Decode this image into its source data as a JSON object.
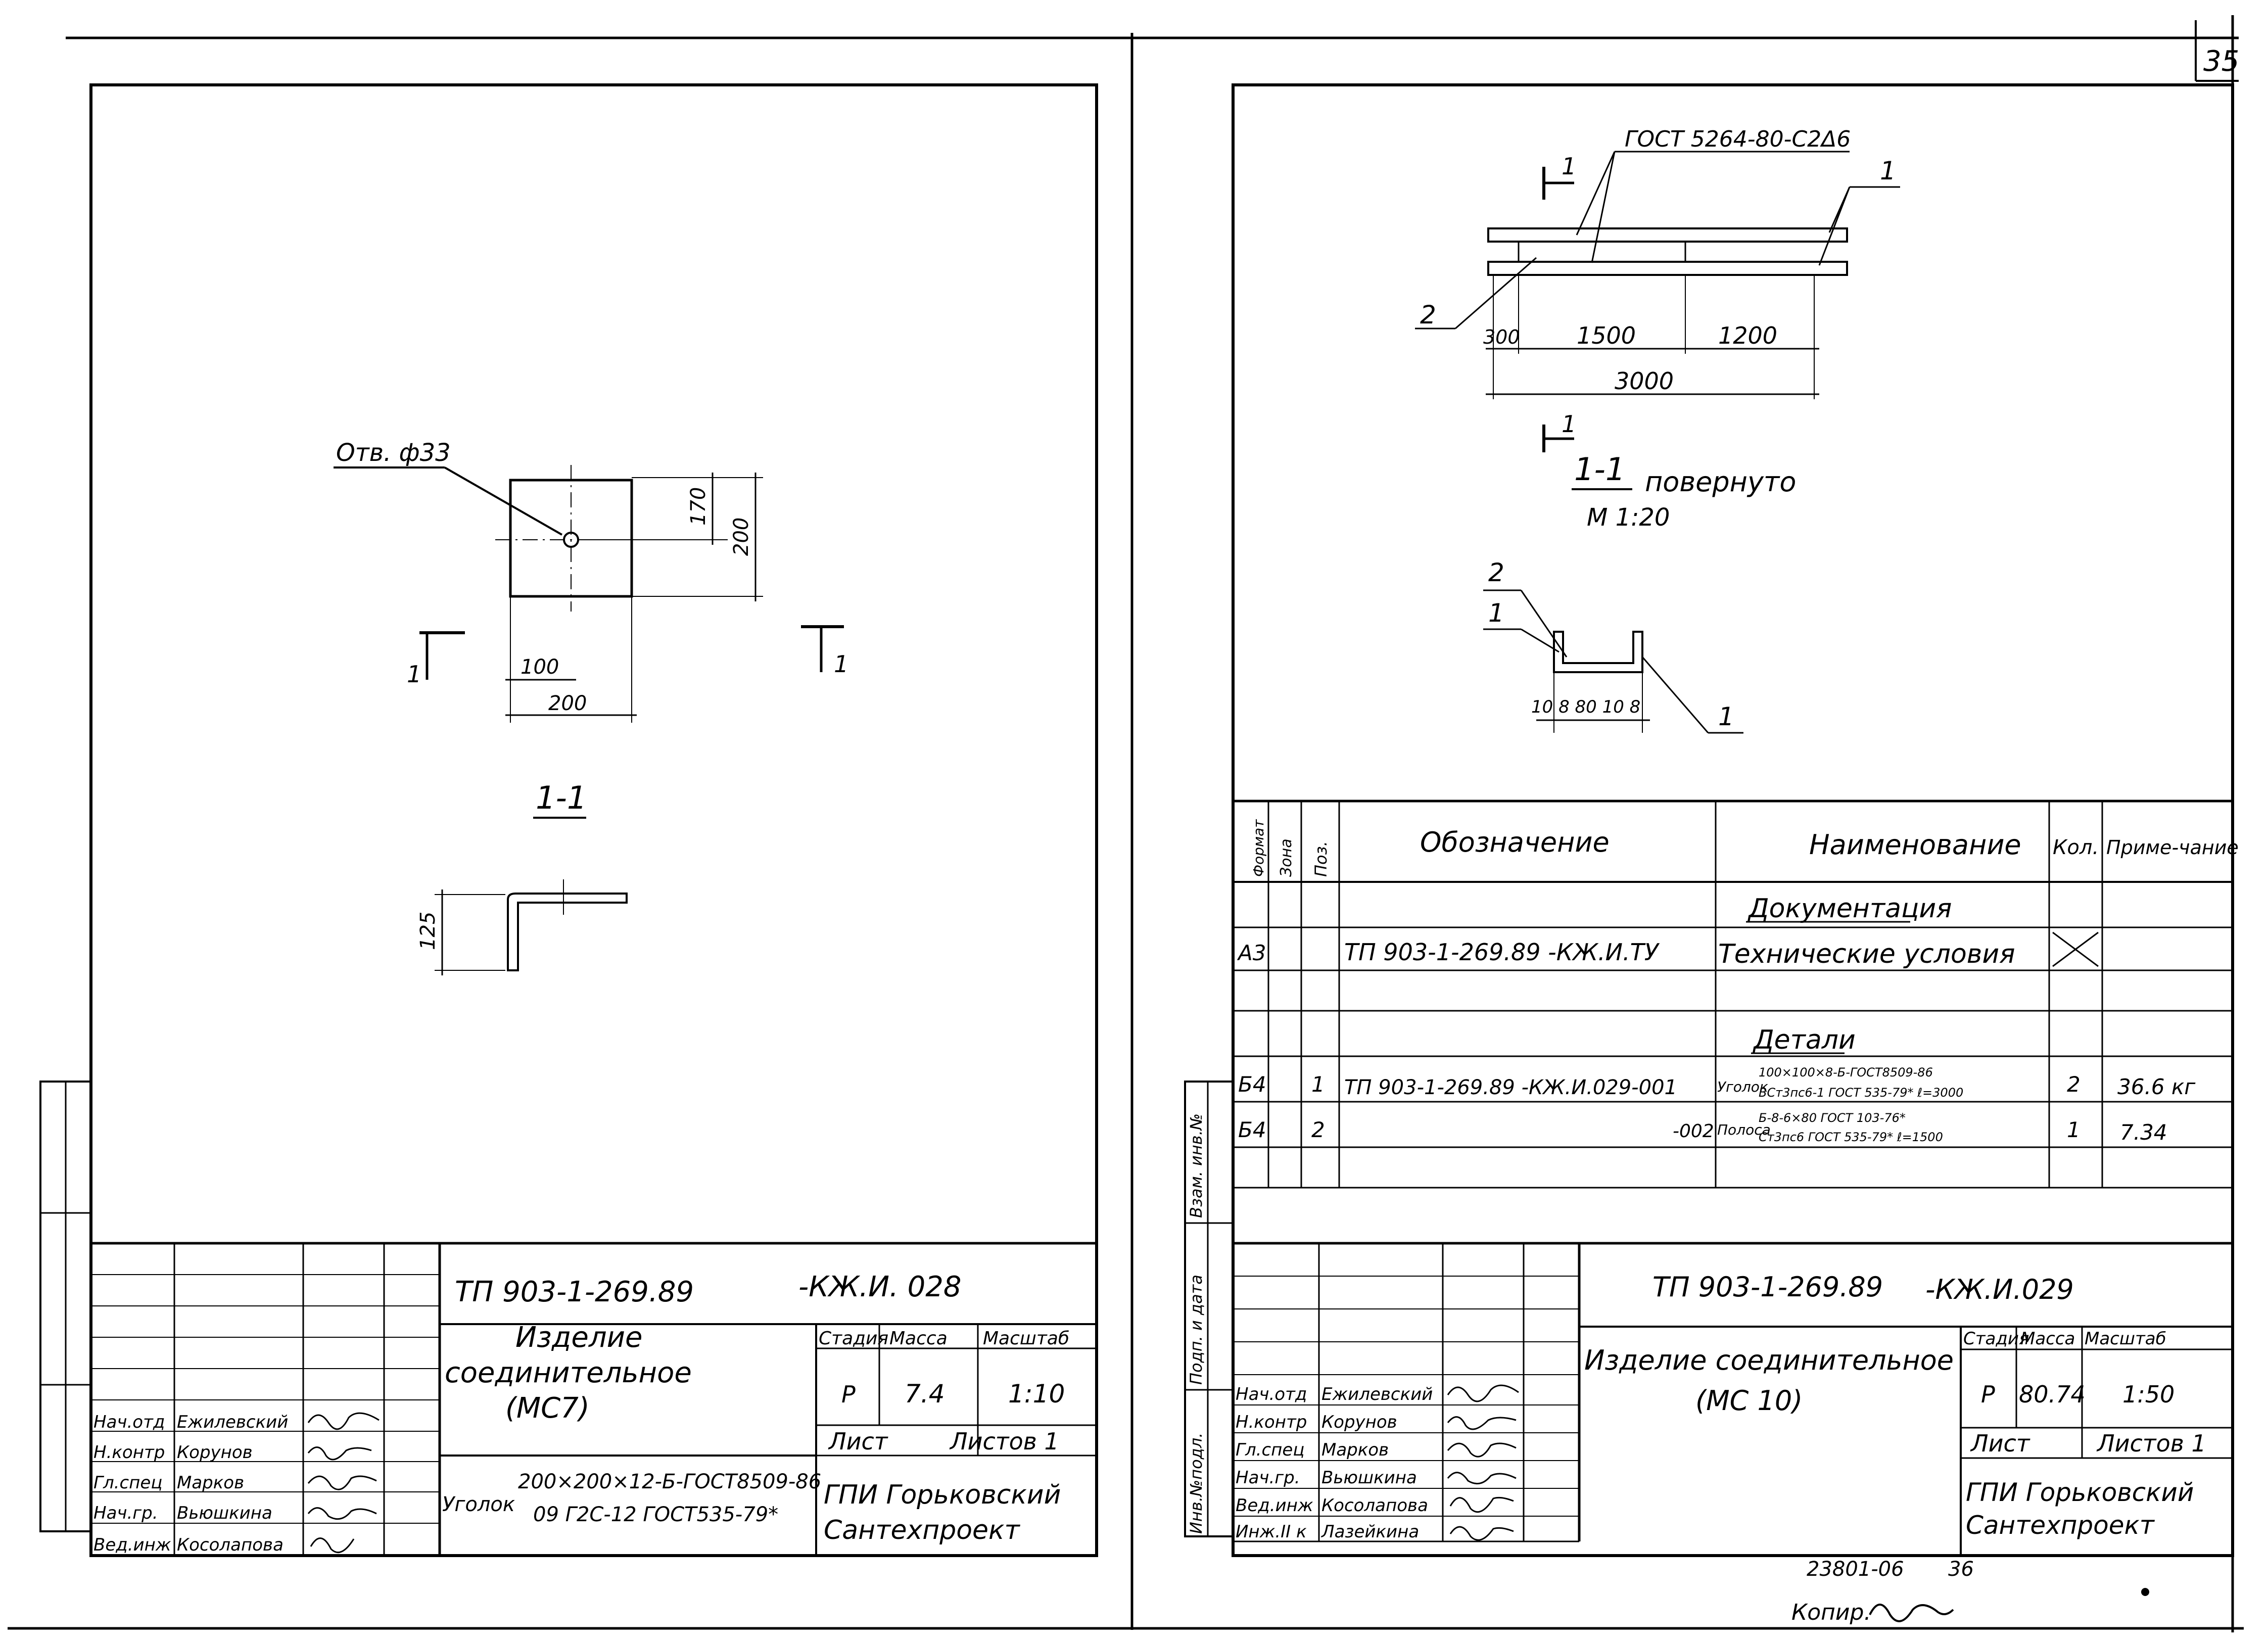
{
  "sheet_number": "35",
  "left_sheet": {
    "hole_label": "Отв. ф33",
    "dim_170": "170",
    "dim_200_v": "200",
    "dim_100": "100",
    "dim_200_h": "200",
    "section_mark_left": "1",
    "section_mark_right": "1",
    "section_title": "1-1",
    "dim_125": "125",
    "title_block": {
      "doc_code": "ТП 903-1-269.89",
      "doc_suffix": "-КЖ.И. 028",
      "name_line1": "Изделие",
      "name_line2": "соединительное",
      "name_line3": "(МС7)",
      "stage_h": "Стадия",
      "mass_h": "Масса",
      "scale_h": "Масштаб",
      "stage": "Р",
      "mass": "7.4",
      "scale": "1:10",
      "sheet_label": "Лист",
      "sheets_label": "Листов 1",
      "material_prefix": "Уголок",
      "material_line1": "200×200×12-Б-ГОСТ8509-86",
      "material_line2": "09 Г2С-12 ГОСТ535-79*",
      "org_line1": "ГПИ Горьковский",
      "org_line2": "Сантехпроект",
      "signers": [
        {
          "role": "Нач.отд",
          "name": "Ежилевский"
        },
        {
          "role": "Н.контр",
          "name": "Корунов"
        },
        {
          "role": "Гл.спец",
          "name": "Марков"
        },
        {
          "role": "Нач.гр.",
          "name": "Вьюшкина"
        },
        {
          "role": "Вед.инж",
          "name": "Косолапова"
        }
      ]
    }
  },
  "right_sheet": {
    "gost_label": "ГОСТ 5264-80-С2Δ6",
    "callout_1": "1",
    "callout_2": "2",
    "dim_300": "300",
    "dim_1500": "1500",
    "dim_1200": "1200",
    "dim_3000": "3000",
    "section_mark_top": "1",
    "section_mark_bottom": "1",
    "section_title": "1-1",
    "rotated_label": "повернуто",
    "scale_label": "М 1:20",
    "detail_callout_2": "2",
    "detail_callout_1a": "1",
    "detail_callout_1b": "1",
    "detail_dims": "10 8 80 10 8",
    "spec": {
      "headers": {
        "format": "Формат",
        "zone": "Зона",
        "pos": "Поз.",
        "designation": "Обозначение",
        "name": "Наименование",
        "qty": "Кол.",
        "note": "Приме-чание"
      },
      "section_docs": "Документация",
      "row_doc": {
        "format": "А3",
        "designation": "ТП 903-1-269.89 -КЖ.И.ТУ",
        "name": "Технические условия"
      },
      "section_details": "Детали",
      "row_1": {
        "format": "Б4",
        "pos": "1",
        "designation": "ТП 903-1-269.89 -КЖ.И.029-001",
        "name": "Уголок",
        "name_line1": "100×100×8-Б-ГОСТ8509-86",
        "name_line2": "ВСт3пс6-1 ГОСТ 535-79* ℓ=3000",
        "qty": "2",
        "note": "36.6 кг"
      },
      "row_2": {
        "format": "Б4",
        "pos": "2",
        "designation": "-002",
        "name": "Полоса",
        "name_line1": "Б-8-6×80 ГОСТ 103-76*",
        "name_line2": "Ст3пс6 ГОСТ 535-79* ℓ=1500",
        "qty": "1",
        "note": "7.34"
      }
    },
    "side_stamp": {
      "inv_podl": "Инв.№подл.",
      "podp_data": "Подп. и дата",
      "vzam_inv": "Взам. инв.№"
    },
    "title_block": {
      "doc_code": "ТП 903-1-269.89",
      "doc_suffix": "-КЖ.И.029",
      "name_line1": "Изделие соединительное",
      "name_line2": "(МС 10)",
      "stage_h": "Стадия",
      "mass_h": "Масса",
      "scale_h": "Масштаб",
      "stage": "Р",
      "mass": "80.74",
      "scale": "1:50",
      "sheet_label": "Лист",
      "sheets_label": "Листов 1",
      "org_line1": "ГПИ Горьковский",
      "org_line2": "Сантехпроект",
      "signers": [
        {
          "role": "Нач.отд",
          "name": "Ежилевский"
        },
        {
          "role": "Н.контр",
          "name": "Корунов"
        },
        {
          "role": "Гл.спец",
          "name": "Марков"
        },
        {
          "role": "Нач.гр.",
          "name": "Вьюшкина"
        },
        {
          "role": "Вед.инж",
          "name": "Косолапова"
        },
        {
          "role": "Инж.II к",
          "name": "Лазейкина"
        }
      ]
    },
    "stamp_number": "23801-06",
    "stamp_page": "36",
    "copy_label": "Копир."
  }
}
